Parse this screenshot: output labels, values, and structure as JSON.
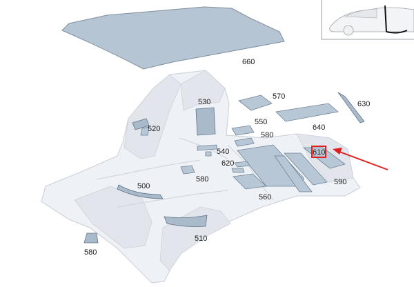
{
  "labels": {
    "l660": "660",
    "l570": "570",
    "l530": "530",
    "l630": "630",
    "l550": "550",
    "l520": "520",
    "l640": "640",
    "l580a": "580",
    "l540": "540",
    "l610": "610",
    "l620": "620",
    "l580b": "580",
    "l590": "590",
    "l500": "500",
    "l560": "560",
    "l510": "510",
    "l580c": "580"
  },
  "colors": {
    "pad": "#b8c7d6",
    "highlight": "#e0201f",
    "arrow": "#e0201f"
  },
  "icons": [
    "car-thumbnail-icon",
    "pointer-arrow-icon"
  ]
}
